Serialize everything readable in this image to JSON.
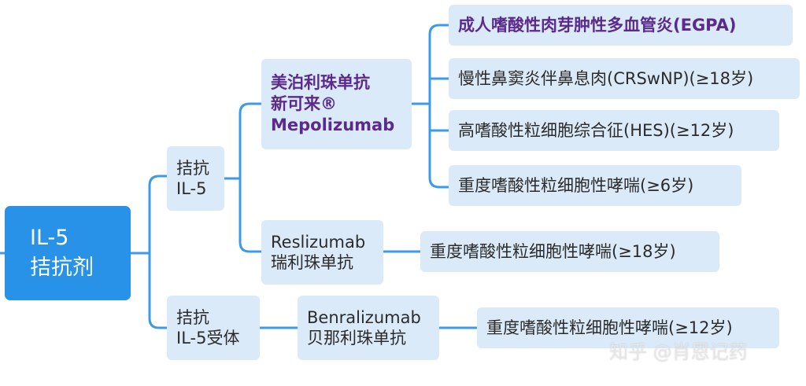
{
  "root": {
    "line1": "IL-5",
    "line2": "拮抗剂"
  },
  "branch_il5": {
    "line1": "拮抗",
    "line2": "IL-5"
  },
  "branch_receptor": {
    "line1": "拮抗",
    "line2": "IL-5受体"
  },
  "mepolizumab": {
    "line1": "美泊利珠单抗",
    "line2": "新可来®",
    "line3": "Mepolizumab",
    "indications": [
      "成人嗜酸性肉芽肿性多血管炎(EGPA)",
      "慢性鼻窦炎伴鼻息肉(CRSwNP)(≥18岁)",
      "高嗜酸性粒细胞综合征(HES)(≥12岁)",
      "重度嗜酸性粒细胞性哮喘(≥6岁)"
    ]
  },
  "reslizumab": {
    "line1": "Reslizumab",
    "line2": "瑞利珠单抗",
    "indication": "重度嗜酸性粒细胞性哮喘(≥18岁)"
  },
  "benralizumab": {
    "line1": "Benralizumab",
    "line2": "贝那利珠单抗",
    "indication": "重度嗜酸性粒细胞性哮喘(≥12岁)"
  },
  "watermark": "知乎 @肖恩记药",
  "colors": {
    "connector": "#3d9ae8",
    "root_fill": "#2892e8",
    "node_fill": "#dbeaf8",
    "highlight_text": "#5b2a8a"
  }
}
